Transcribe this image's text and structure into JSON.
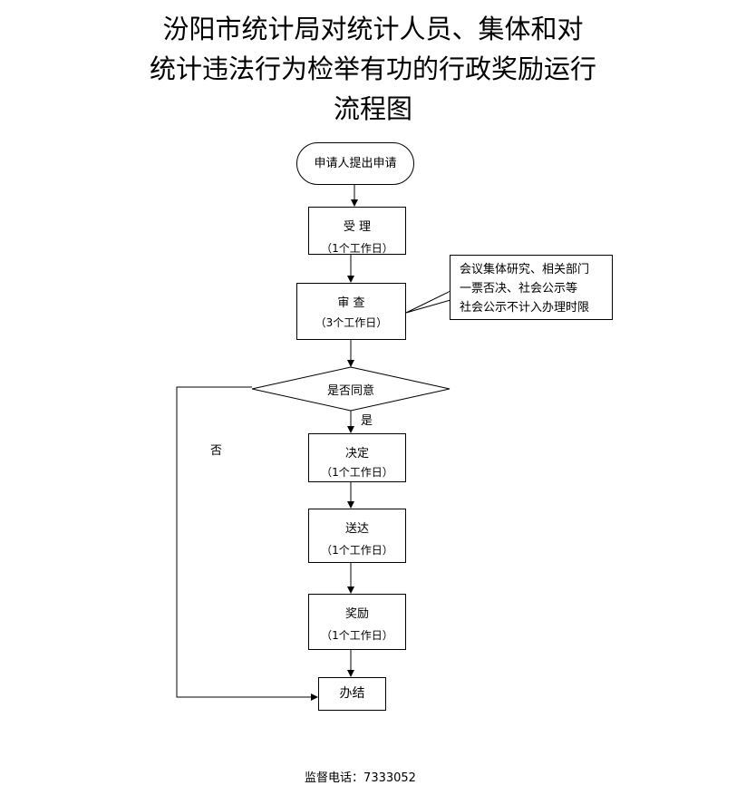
{
  "title": {
    "line1": "汾阳市统计局对统计人员、集体和对",
    "line2": "统计违法行为检举有功的行政奖励运行",
    "line3": "流程图"
  },
  "steps": {
    "start": "申请人提出申请",
    "accept": {
      "label": "受  理",
      "duration": "（1个工作日）"
    },
    "review": {
      "label": "审  查",
      "duration": "（3个工作日）"
    },
    "decision": "是否同意",
    "decide": {
      "label": "决定",
      "duration": "（1个工作日）"
    },
    "deliver": {
      "label": "送达",
      "duration": "（1个工作日）"
    },
    "reward": {
      "label": "奖励",
      "duration": "（1个工作日）"
    },
    "end": "办结"
  },
  "note": {
    "line1": "会议集体研究、相关部门",
    "line2": "一票否决、社会公示等",
    "line3": "社会公示不计入办理时限"
  },
  "branches": {
    "yes": "是",
    "no": "否"
  },
  "footer": {
    "label": "监督电话：",
    "phone": "7333052"
  }
}
